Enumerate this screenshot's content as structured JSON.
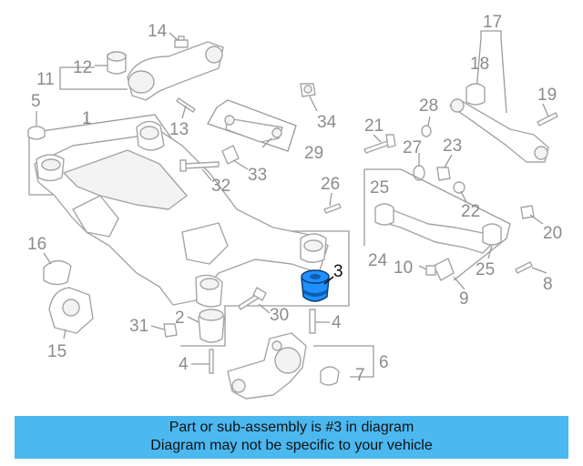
{
  "diagram": {
    "highlight_color": "#1e90ff",
    "callouts": {
      "c1": "1",
      "c2": "2",
      "c3": "3",
      "c4a": "4",
      "c4b": "4",
      "c5": "5",
      "c6": "6",
      "c7": "7",
      "c8": "8",
      "c9": "9",
      "c10": "10",
      "c11": "11",
      "c12": "12",
      "c13": "13",
      "c14": "14",
      "c15": "15",
      "c16": "16",
      "c17": "17",
      "c18": "18",
      "c19": "19",
      "c20": "20",
      "c21": "21",
      "c22": "22",
      "c23": "23",
      "c24": "24",
      "c25a": "25",
      "c25b": "25",
      "c26": "26",
      "c27": "27",
      "c28": "28",
      "c29": "29",
      "c30": "30",
      "c31": "31",
      "c32": "32",
      "c33": "33",
      "c34": "34"
    }
  },
  "banner": {
    "line1": "Part or sub-assembly is #3 in diagram",
    "line2": "Diagram may not be specific to your vehicle",
    "background": "#4cb8f0"
  }
}
